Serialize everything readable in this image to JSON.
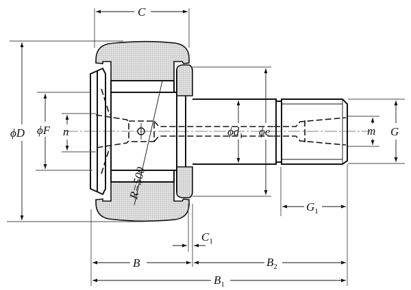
{
  "diagram": {
    "title": "Cam follower (stud type track roller) dimension drawing",
    "labels": {
      "C": "C",
      "D": "ϕD",
      "F": "ϕF",
      "n": "n",
      "d1_main": "ϕd",
      "d1_sub": "1",
      "e": "ϕe",
      "m": "m",
      "G": "G",
      "G1_main": "G",
      "G1_sub": "1",
      "C1_main": "C",
      "C1_sub": "1",
      "B": "B",
      "B2_main": "B",
      "B2_sub": "2",
      "B1_main": "B",
      "B1_sub": "1",
      "R": "R=500"
    },
    "colors": {
      "line": "#111111",
      "hatch_fill": "#d9d9d9"
    }
  }
}
